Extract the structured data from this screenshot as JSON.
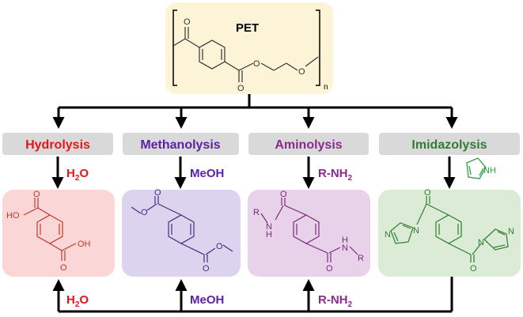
{
  "polymer": {
    "name": "PET",
    "repeat_subscript": "n"
  },
  "colors": {
    "hydrolysis": "#e8141c",
    "methanolysis": "#5b1fa8",
    "aminolysis": "#8a2a8c",
    "imidazolysis": "#2e7d32",
    "imidazole_structure": "#2ea043",
    "pet_box": "#fdf3d7",
    "label_box": "#d9d9d9",
    "hydrolysis_box": "#fbd6d6",
    "methanolysis_box": "#dcd3ef",
    "aminolysis_box": "#e8d2ea",
    "imidazolysis_box": "#dcebd6"
  },
  "methods": [
    {
      "label": "Hydrolysis",
      "reagent": "H",
      "reagent_sub": "2",
      "reagent_tail": "O",
      "product": {
        "o": "O",
        "oh": "OH",
        "ho": "HO"
      },
      "recycle": {
        "reagent": "H",
        "reagent_sub": "2",
        "reagent_tail": "O"
      }
    },
    {
      "label": "Methanolysis",
      "reagent": "MeOH",
      "reagent_sub": "",
      "reagent_tail": "",
      "product": {
        "o": "O"
      },
      "recycle": {
        "reagent": "MeOH",
        "reagent_sub": "",
        "reagent_tail": ""
      }
    },
    {
      "label": "Aminolysis",
      "reagent": "R-NH",
      "reagent_sub": "2",
      "reagent_tail": "",
      "product": {
        "o": "O",
        "r": "R",
        "nh": "N",
        "h": "H"
      },
      "recycle": {
        "reagent": "R-NH",
        "reagent_sub": "2",
        "reagent_tail": ""
      }
    },
    {
      "label": "Imidazolysis",
      "reagent_structure": {
        "nh": "NH"
      },
      "product": {
        "o": "O",
        "n": "N"
      }
    }
  ]
}
